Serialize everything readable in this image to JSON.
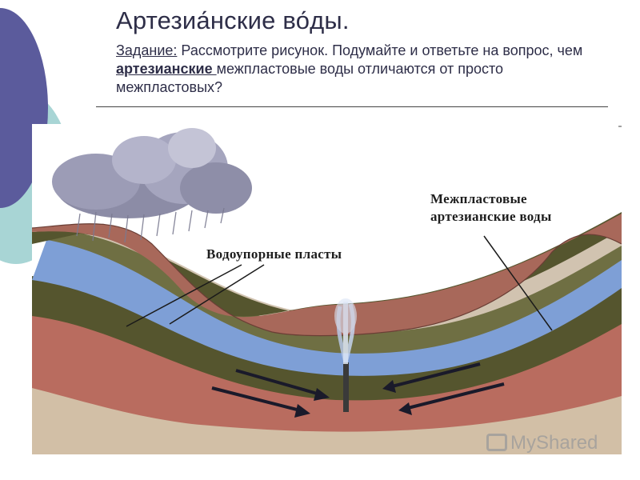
{
  "slide": {
    "title": "Артезиа́нские во́ды.",
    "task_label": "Задание:",
    "task_part1": " Рассмотрите рисунок. Подумайте и ответьте на вопрос, чем ",
    "task_highlight": "артезианские ",
    "task_part2": "межпластовые воды отличаются от просто межпластовых?"
  },
  "diagram": {
    "label_aquifer_line1": "Межпластовые",
    "label_aquifer_line2": "артезианские воды",
    "label_aquitard": "Водоупорные пласты"
  },
  "colors": {
    "title_text": "#2e2e48",
    "deco_purple": "#5b5b9c",
    "deco_teal": "#a8d5d5",
    "surface_layer": "#a8685a",
    "layer_dark_olive": "#55552e",
    "layer_olive": "#6f6f43",
    "layer_beige": "#d1c3b0",
    "water": "#7e9fd6",
    "deep_layer": "#b96c5f",
    "bottom_layer": "#d2bfa6",
    "arrow": "#1a1a2a"
  },
  "watermark": {
    "text": "MyShared"
  }
}
